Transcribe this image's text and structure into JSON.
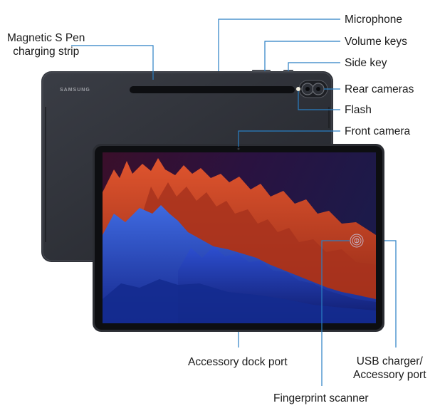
{
  "brand": "SAMSUNG",
  "labels": {
    "magnetic_line1": "Magnetic S Pen",
    "magnetic_line2": "charging strip",
    "microphone": "Microphone",
    "volume_keys": "Volume keys",
    "side_key": "Side key",
    "rear_cameras": "Rear cameras",
    "flash": "Flash",
    "front_camera": "Front camera",
    "accessory_dock_port": "Accessory dock port",
    "usb_line1": "USB charger/",
    "usb_line2": "Accessory port",
    "fingerprint_scanner": "Fingerprint scanner"
  },
  "colors": {
    "callout_line": "#2a7fc4",
    "device_body": "#2c2f36",
    "screen_bezel": "#111216",
    "wallpaper_red": "#c9432a",
    "wallpaper_blue": "#2a4fc8",
    "wallpaper_sky": "#2a1240"
  }
}
